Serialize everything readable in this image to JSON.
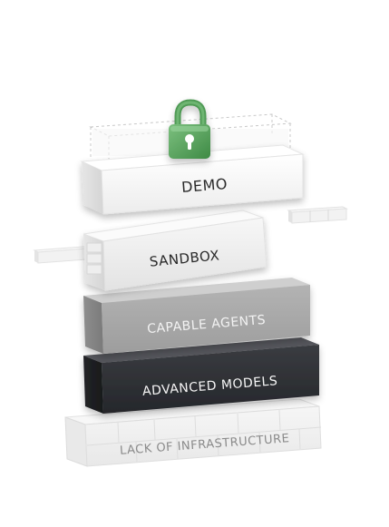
{
  "layers": [
    {
      "id": "demo",
      "label": "DEMO",
      "label_color": "#2a2a2a"
    },
    {
      "id": "sandbox",
      "label": "SANDBOX",
      "label_color": "#2a2a2a"
    },
    {
      "id": "capable-agents",
      "label": "CAPABLE AGENTS",
      "label_color": "#f2f2f2"
    },
    {
      "id": "advanced-models",
      "label": "ADVANCED MODELS",
      "label_color": "#f5f5f5"
    },
    {
      "id": "lack-of-infrastructure",
      "label": "LACK OF INFRASTRUCTURE",
      "label_color": "#8a8a8a"
    }
  ],
  "lock": {
    "icon": "padlock-icon",
    "color": "#5aa65e"
  },
  "colors": {
    "white_block_top": "#fdfdfd",
    "white_block_front": "#f3f3f3",
    "grey_block_front": "#a9a9a9",
    "grey_block_top": "#c9c9c9",
    "dark_block_front": "#2e3034",
    "dark_block_top": "#4a4c50",
    "infra_block": "#f0f0f0",
    "dashed_outline": "#c8c8c8"
  }
}
